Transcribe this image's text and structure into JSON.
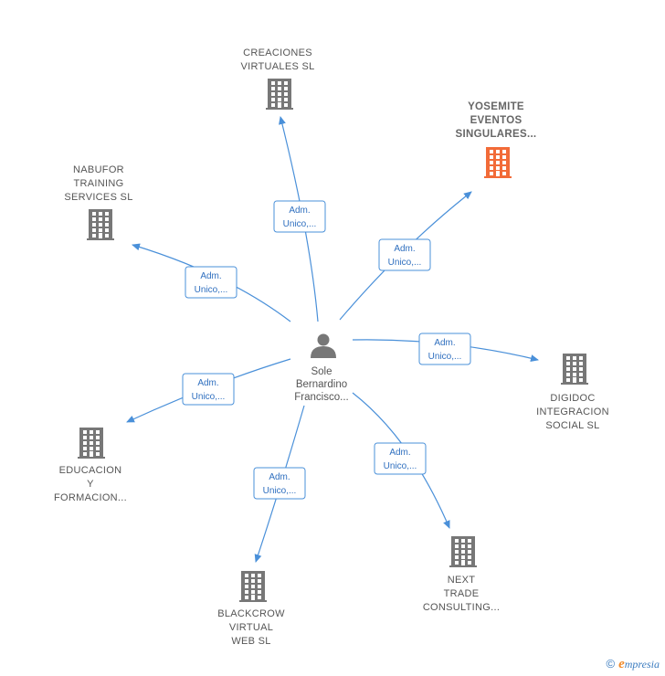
{
  "colors": {
    "edge": "#4a90d9",
    "building": "#777777",
    "building_highlight": "#f26b38",
    "person": "#777777"
  },
  "center": {
    "lines": [
      "Sole",
      "Bernardino",
      "Francisco..."
    ],
    "icon": "person-icon"
  },
  "companies": [
    {
      "id": "creaciones",
      "lines": [
        "CREACIONES",
        "VIRTUALES  SL"
      ],
      "highlight": false,
      "edge_label": [
        "Adm.",
        "Unico,..."
      ]
    },
    {
      "id": "yosemite",
      "lines": [
        "YOSEMITE",
        "EVENTOS",
        "SINGULARES..."
      ],
      "highlight": true,
      "edge_label": [
        "Adm.",
        "Unico,..."
      ]
    },
    {
      "id": "nabufor",
      "lines": [
        "NABUFOR",
        "TRAINING",
        "SERVICES  SL"
      ],
      "highlight": false,
      "edge_label": [
        "Adm.",
        "Unico,..."
      ]
    },
    {
      "id": "digidoc",
      "lines": [
        "DIGIDOC",
        "INTEGRACION",
        "SOCIAL  SL"
      ],
      "highlight": false,
      "edge_label": [
        "Adm.",
        "Unico,..."
      ]
    },
    {
      "id": "educacion",
      "lines": [
        "EDUCACION",
        "Y",
        "FORMACION..."
      ],
      "highlight": false,
      "edge_label": [
        "Adm.",
        "Unico,..."
      ]
    },
    {
      "id": "nexttrade",
      "lines": [
        "NEXT",
        "TRADE",
        "CONSULTING..."
      ],
      "highlight": false,
      "edge_label": [
        "Adm.",
        "Unico,..."
      ]
    },
    {
      "id": "blackcrow",
      "lines": [
        "BLACKCROW",
        "VIRTUAL",
        "WEB  SL"
      ],
      "highlight": false,
      "edge_label": [
        "Adm.",
        "Unico,..."
      ]
    }
  ],
  "footer": {
    "copyright": "©",
    "brand_initial": "e",
    "brand_rest": "mpresia"
  }
}
